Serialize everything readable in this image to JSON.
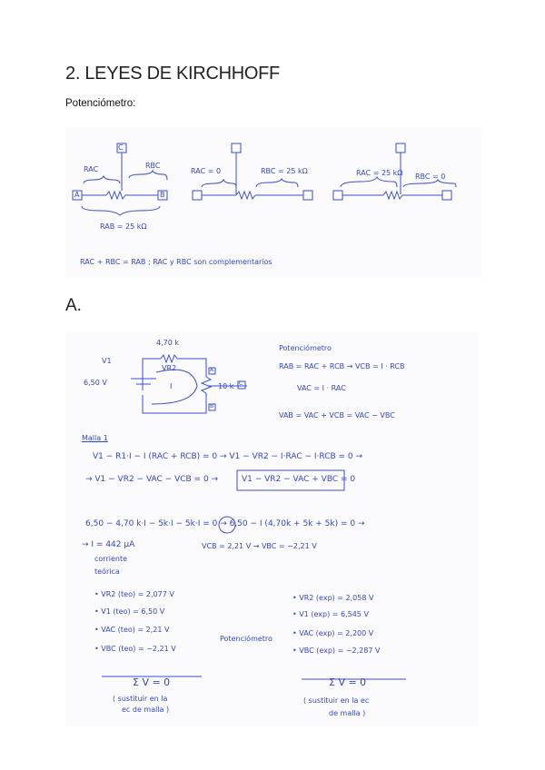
{
  "document": {
    "title": "2. LEYES DE KIRCHHOFF",
    "subtitle": "Potenciómetro:",
    "section": "A."
  },
  "figure1": {
    "labels": [
      "C",
      "A",
      "B"
    ],
    "d1": {
      "rac": "RAC",
      "rbc": "RBC",
      "rab": "RAB = 25 kΩ"
    },
    "d2": {
      "rac": "RAC = 0",
      "rbc": "RBC = 25 kΩ"
    },
    "d3": {
      "rac": "RAC = 25 kΩ",
      "rbc": "RBC = 0"
    },
    "note": "RAC + RBC = RAB   ;   RAC y RBC son complementarios"
  },
  "figure2": {
    "circuit": {
      "r": "4,70 k",
      "v1": "V1",
      "vr": "VR2",
      "vs": "6,50 V",
      "i": "I",
      "pot": "10 k",
      "a": "A",
      "b": "B",
      "c": "C"
    },
    "pot_notes": [
      "Potenciómetro",
      "RAB = RAC + RCB → VCB = I · RCB",
      "VAC = I · RAC",
      "VAB = VAC + VCB = VAC − VBC"
    ],
    "malla_title": "Malla 1",
    "malla_eq1": "V1 − R1·I − I (RAC + RCB) = 0 → V1 − VR2 − I·RAC − I·RCB = 0 →",
    "malla_eq2": "→ V1 − VR2 − VAC − VCB = 0 →",
    "malla_box": "V1 − VR2 − VAC + VBC = 0",
    "calc_eq": "6,50 − 4,70 k·I − 5k·I − 5k·I = 0 → 6,50 − I (4,70k + 5k + 5k) = 0 →",
    "current": "→ I = 442 μA",
    "current_note": [
      "corriente",
      "teórica"
    ],
    "vcb": "VCB = 2,21 V → VBC = −2,21 V",
    "teo": [
      "• VR2 (teo) = 2,077 V",
      "• V1 (teo) = 6,50 V",
      "• VAC (teo) = 2,21 V",
      "• VBC (teo) = −2,21 V"
    ],
    "pot_label": "Potenciómetro",
    "exp": [
      "• VR2 (exp) = 2,058 V",
      "• V1 (exp) = 6,545 V",
      "• VAC (exp) = 2,200 V",
      "• VBC (exp) = −2,287 V"
    ],
    "sum_teo": "Σ V = 0",
    "sum_teo_note": [
      "( sustituir en la",
      "ec de malla )"
    ],
    "sum_exp": "Σ V = 0",
    "sum_exp_note": [
      "( sustituir en la ec",
      "de malla )"
    ]
  }
}
